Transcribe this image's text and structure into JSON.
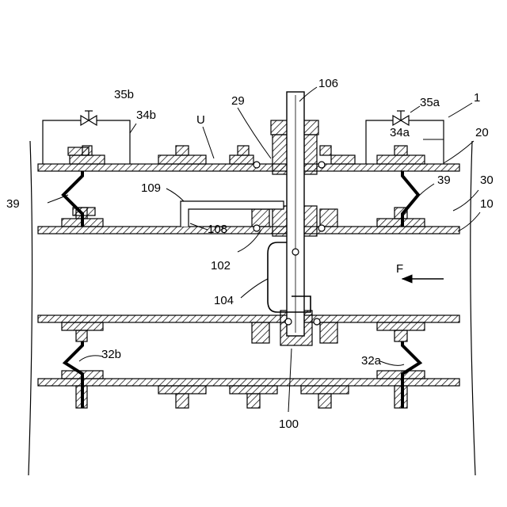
{
  "figure": {
    "labels": {
      "l1": "1",
      "l10": "10",
      "l20": "20",
      "l30": "30",
      "l29": "29",
      "l39_left": "39",
      "l39_right": "39",
      "l100": "100",
      "l102": "102",
      "l104": "104",
      "l106": "106",
      "l108": "108",
      "l109": "109",
      "l32a": "32a",
      "l32b": "32b",
      "l34a": "34a",
      "l34b": "34b",
      "l35a": "35a",
      "l35b": "35b",
      "lU": "U",
      "lF": "F"
    }
  },
  "colors": {
    "ink": "#000000",
    "paper": "#ffffff"
  }
}
